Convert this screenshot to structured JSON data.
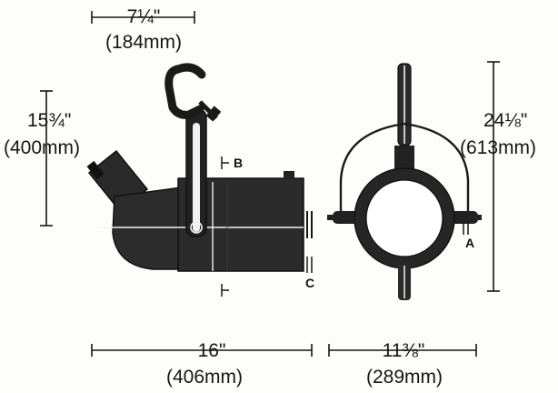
{
  "dimensions": {
    "top_width": {
      "imperial": "7¼\"",
      "metric": "(184mm)"
    },
    "side_height": {
      "imperial": "15¾\"",
      "metric": "(400mm)"
    },
    "total_height": {
      "imperial": "24⅛\"",
      "metric": "(613mm)"
    },
    "length": {
      "imperial": "16\"",
      "metric": "(406mm)"
    },
    "front_width": {
      "imperial": "11⅜\"",
      "metric": "(289mm)"
    }
  },
  "callouts": {
    "a": "A",
    "b": "B",
    "c": "C"
  },
  "colors": {
    "ink": "#161616",
    "body": "#2a2a2a",
    "highlight": "#f2f2f2"
  }
}
